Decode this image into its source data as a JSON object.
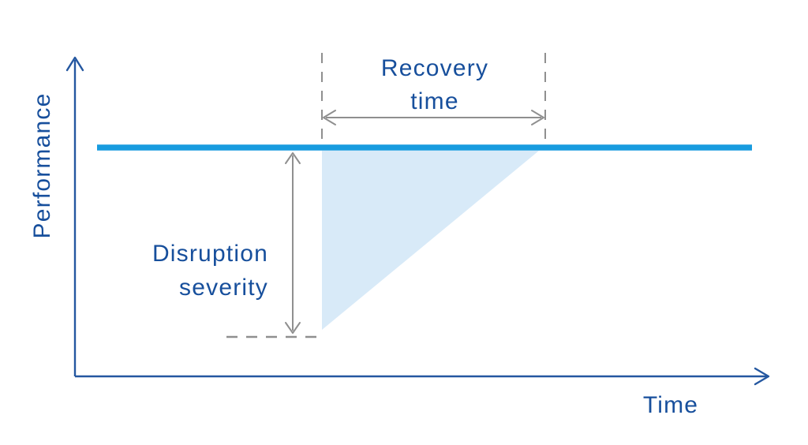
{
  "figure": {
    "type": "conceptual-diagram",
    "title_hint": "Performance over time during a disruption",
    "y_axis_label": "Performance",
    "x_axis_label": "Time",
    "annotations": {
      "recovery": {
        "line1": "Recovery",
        "line2": "time"
      },
      "disruption": {
        "line1": "Disruption",
        "line2": "severity"
      }
    },
    "colors": {
      "background": "#ffffff",
      "label_text": "#174f9c",
      "axis": "#2457a0",
      "performance_baseline": "#189cdf",
      "disruption_area": "#d8eaf8",
      "annotation_gray": "#8f8f8f"
    }
  }
}
